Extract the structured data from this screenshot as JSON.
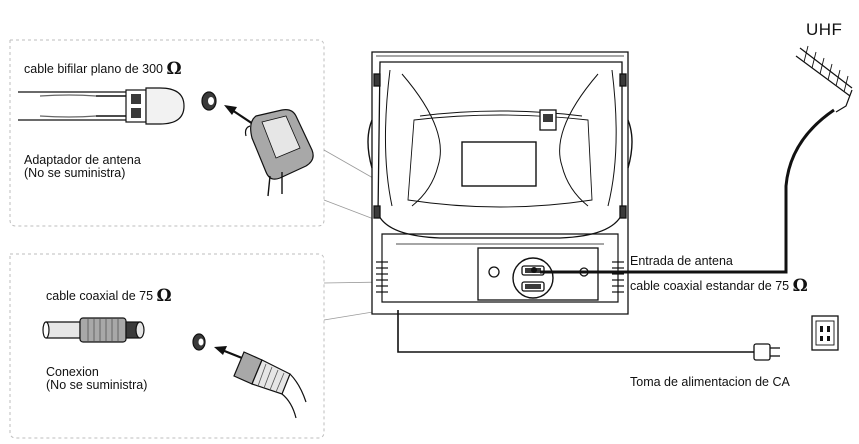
{
  "labels": {
    "uhf": "UHF",
    "flat_cable": "cable bifilar plano de 300",
    "adapter_line1": "Adaptador de antena",
    "adapter_line2": "(No se suministra)",
    "coax_cable": "cable coaxial de 75",
    "connection_line1": "Conexion",
    "connection_line2": "(No se suministra)",
    "antenna_input": "Entrada de antena",
    "standard_coax": "cable coaxial estandar de 75",
    "ac_outlet": "Toma de alimentacion de CA",
    "ohm_symbol": "Ω"
  },
  "colors": {
    "line": "#111111",
    "gray": "#7d7d7d",
    "dashed_box": "#bdbdbd",
    "fill_dark": "#3a3a3a",
    "fill_mid": "#a8a8a8",
    "fill_light": "#e6e6e6"
  }
}
